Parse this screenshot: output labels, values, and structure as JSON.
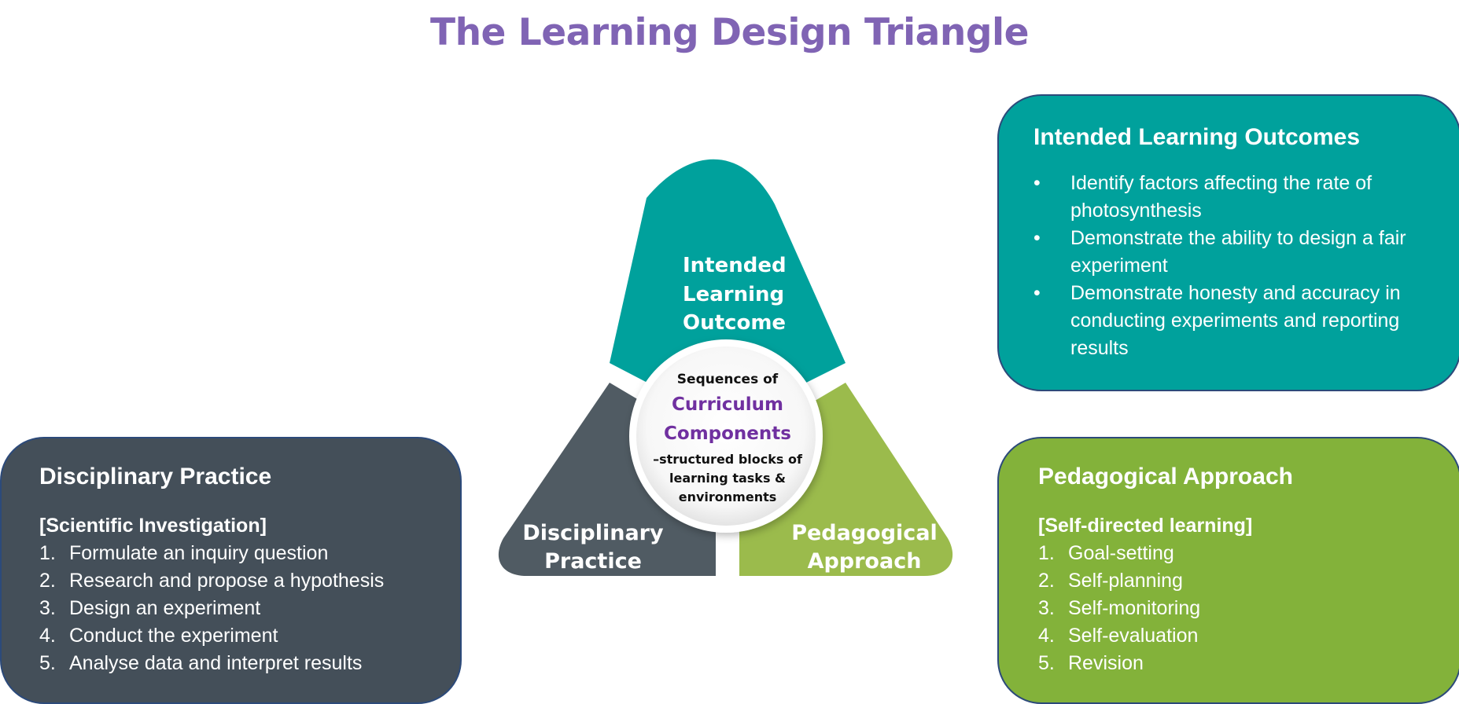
{
  "title": "The Learning Design Triangle",
  "colors": {
    "title": "#8064b4",
    "teal": "#00a19c",
    "slate": "#444f59",
    "green": "#83b23a",
    "border": "#2c4a7a",
    "center_accent": "#7030a0"
  },
  "triangle": {
    "top": [
      "Intended",
      "Learning",
      "Outcome"
    ],
    "left": [
      "Disciplinary",
      "Practice"
    ],
    "right": [
      "Pedagogical",
      "Approach"
    ],
    "center": {
      "line1": "Sequences of",
      "line2": "Curriculum",
      "line3": "Components",
      "line4": "–structured blocks of",
      "line5": "learning tasks &",
      "line6": "environments"
    }
  },
  "outcomes": {
    "heading": "Intended Learning Outcomes",
    "bullet": "•",
    "items": [
      [
        "Identify factors affecting the rate of",
        "photosynthesis"
      ],
      [
        "Demonstrate the ability to design a fair",
        "experiment"
      ],
      [
        "Demonstrate honesty and accuracy in",
        "conducting experiments and reporting",
        "results"
      ]
    ]
  },
  "practice": {
    "heading": "Disciplinary Practice",
    "subheading": "[Scientific Investigation]",
    "items": [
      {
        "num": "1.",
        "text": "Formulate an inquiry question"
      },
      {
        "num": "2.",
        "text": "Research and propose a hypothesis"
      },
      {
        "num": "3.",
        "text": "Design an experiment"
      },
      {
        "num": "4.",
        "text": "Conduct the experiment"
      },
      {
        "num": "5.",
        "text": "Analyse data and interpret results"
      }
    ]
  },
  "pedagogy": {
    "heading": "Pedagogical Approach",
    "subheading": "[Self-directed learning]",
    "items": [
      {
        "num": "1.",
        "text": "Goal-setting"
      },
      {
        "num": "2.",
        "text": "Self-planning"
      },
      {
        "num": "3.",
        "text": "Self-monitoring"
      },
      {
        "num": "4.",
        "text": "Self-evaluation"
      },
      {
        "num": "5.",
        "text": "Revision"
      }
    ]
  }
}
